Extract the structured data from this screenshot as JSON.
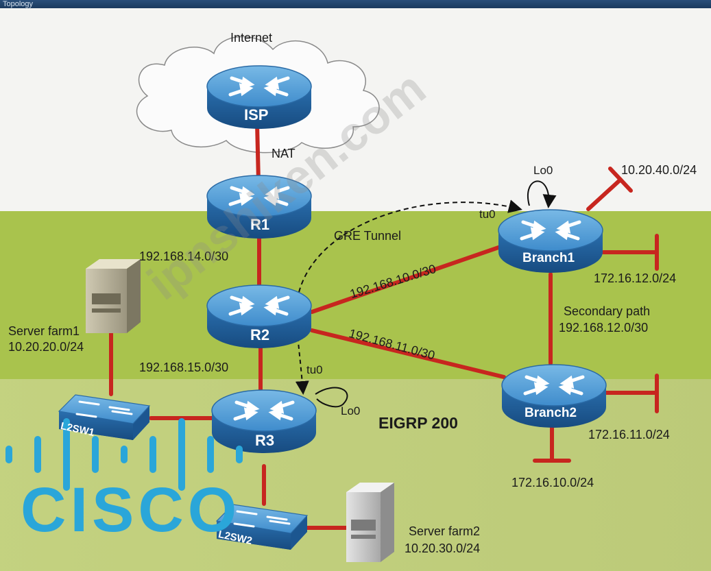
{
  "header": {
    "title": "Topology"
  },
  "colors": {
    "link": "#c7261f",
    "router_top": "#5fa6dc",
    "router_side": "#1f5e9c",
    "green_zone": "#a6c24a",
    "cisco_blue": "#2aa6d9"
  },
  "cloud": {
    "label": "Internet"
  },
  "devices": {
    "isp": {
      "label": "ISP",
      "icon": "router-icon"
    },
    "r1": {
      "label": "R1",
      "icon": "router-icon"
    },
    "r2": {
      "label": "R2",
      "icon": "router-icon"
    },
    "r3": {
      "label": "R3",
      "icon": "router-icon"
    },
    "branch1": {
      "label": "Branch1",
      "icon": "router-icon"
    },
    "branch2": {
      "label": "Branch2",
      "icon": "router-icon"
    },
    "l2sw1": {
      "label": "L2SW1",
      "icon": "switch-icon"
    },
    "l2sw2": {
      "label": "L2SW2",
      "icon": "switch-icon"
    },
    "server1": {
      "icon": "server-icon"
    },
    "server2": {
      "icon": "server-icon"
    }
  },
  "labels": {
    "nat": "NAT",
    "gre_tunnel": "GRE Tunnel",
    "net_14": "192.168.14.0/30",
    "net_15": "192.168.15.0/30",
    "net_10": "192.168.10.0/30",
    "net_11": "192.168.11.0/30",
    "secondary_path": "Secondary path",
    "net_12": "192.168.12.0/30",
    "net_40": "10.20.40.0/24",
    "net_172_12": "172.16.12.0/24",
    "net_172_11": "172.16.11.0/24",
    "net_172_10": "172.16.10.0/24",
    "server_farm1": "Server farm1",
    "server_farm1_net": "10.20.20.0/24",
    "server_farm2": "Server farm2",
    "server_farm2_net": "10.20.30.0/24",
    "eigrp": "EIGRP 200",
    "lo0_branch1": "Lo0",
    "tu0_branch1": "tu0",
    "tu0_r3": "tu0",
    "lo0_r3": "Lo0"
  },
  "watermark": "ipnshiken.com",
  "logo": {
    "word": "CISCO"
  }
}
